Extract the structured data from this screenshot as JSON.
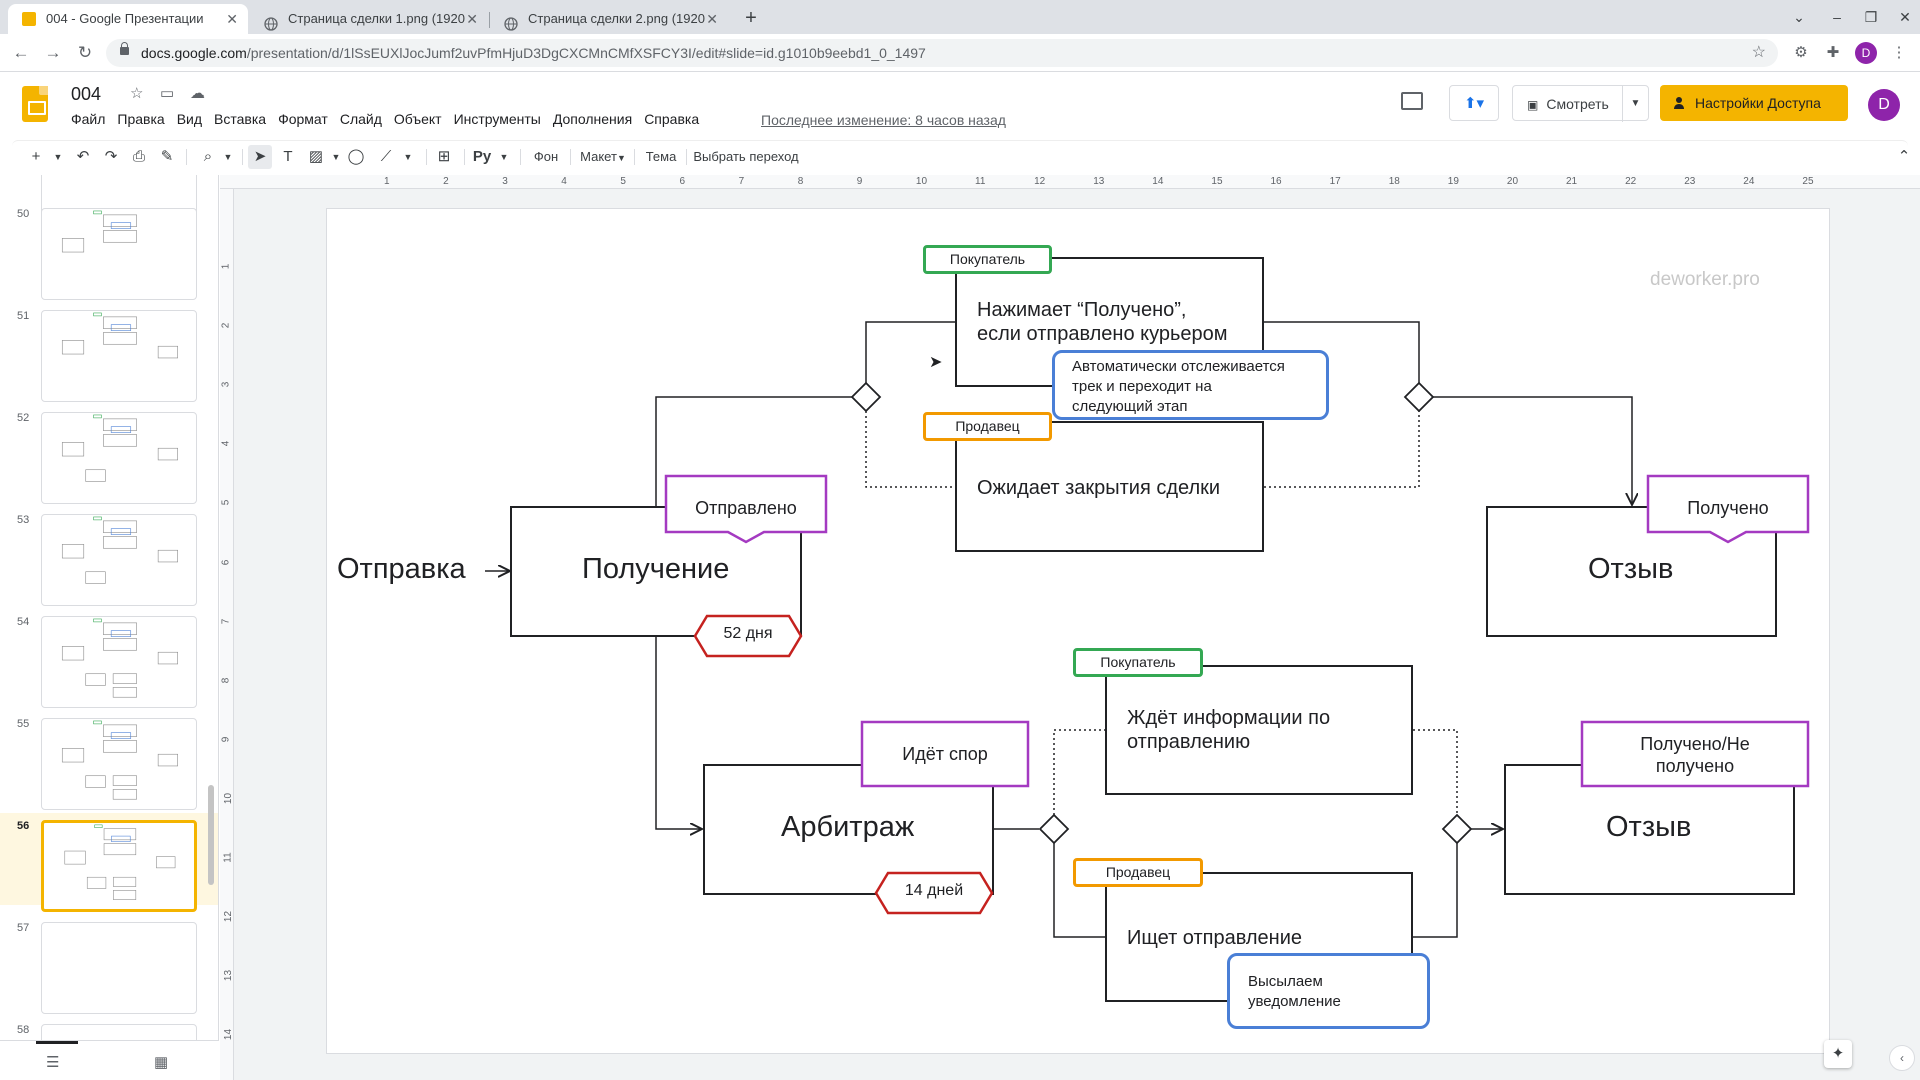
{
  "browser": {
    "tabs": [
      {
        "title": "004 - Google Презентации",
        "close": "✕"
      },
      {
        "title": "Страница сделки 1.png (1920",
        "close": "✕"
      },
      {
        "title": "Страница сделки 2.png (1920",
        "close": "✕"
      }
    ],
    "new_tab": "+",
    "url_host": "docs.google.com",
    "url_path": "/presentation/d/1lSsEUXlJocJumf2uvPfmHjuD3DgCXCMnCMfXSFCY3I/edit#slide=id.g1010b9eebd1_0_1497",
    "profile_initial": "D"
  },
  "app": {
    "doc_title": "004",
    "menu": [
      "Файл",
      "Правка",
      "Вид",
      "Вставка",
      "Формат",
      "Слайд",
      "Объект",
      "Инструменты",
      "Дополнения",
      "Справка"
    ],
    "last_edit": "Последнее изменение: 8 часов назад",
    "present_label": "Смотреть",
    "share_label": "Настройки Доступа",
    "profile_initial": "D",
    "accent": "#f4b400"
  },
  "toolbar": {
    "background": "Фон",
    "layout": "Макет",
    "theme": "Тема",
    "transition": "Выбрать переход"
  },
  "filmstrip": {
    "numbers": [
      "50",
      "51",
      "52",
      "53",
      "54",
      "55",
      "56",
      "57",
      "58"
    ],
    "selected": "56"
  },
  "ruler": {
    "h": [
      "1",
      "2",
      "3",
      "4",
      "5",
      "6",
      "7",
      "8",
      "9",
      "10",
      "11",
      "12",
      "13",
      "14",
      "15",
      "16",
      "17",
      "18",
      "19",
      "20",
      "21",
      "22",
      "23",
      "24",
      "25"
    ],
    "v": [
      "1",
      "2",
      "3",
      "4",
      "5",
      "6",
      "7",
      "8",
      "9",
      "10",
      "11",
      "12",
      "13",
      "14"
    ]
  },
  "slide": {
    "watermark": "deworker.pro",
    "send": "Отправка",
    "receive": "Получение",
    "sent_flag": "Отправлено",
    "days52": "52 дня",
    "buyer_tag": "Покупатель",
    "seller_tag": "Продавец",
    "buyer_action_1": "Нажимает “Получено”,",
    "buyer_action_2": "если отправлено курьером",
    "auto_note_1": "Автоматически отслеживается",
    "auto_note_2": "трек и переходит на",
    "auto_note_3": "следующий этап",
    "seller_wait": "Ожидает закрытия сделки",
    "review_1": "Отзыв",
    "received_flag": "Получено",
    "arbitration": "Арбитраж",
    "dispute_flag": "Идёт спор",
    "days14": "14 дней",
    "buyer_wait_1": "Ждёт информации по",
    "buyer_wait_2": "отправлению",
    "seller_search": "Ищет отправление",
    "notify_note_1": "Высылаем",
    "notify_note_2": "уведомление",
    "review_2": "Отзыв",
    "result_flag_1": "Получено/Не",
    "result_flag_2": "получено"
  }
}
